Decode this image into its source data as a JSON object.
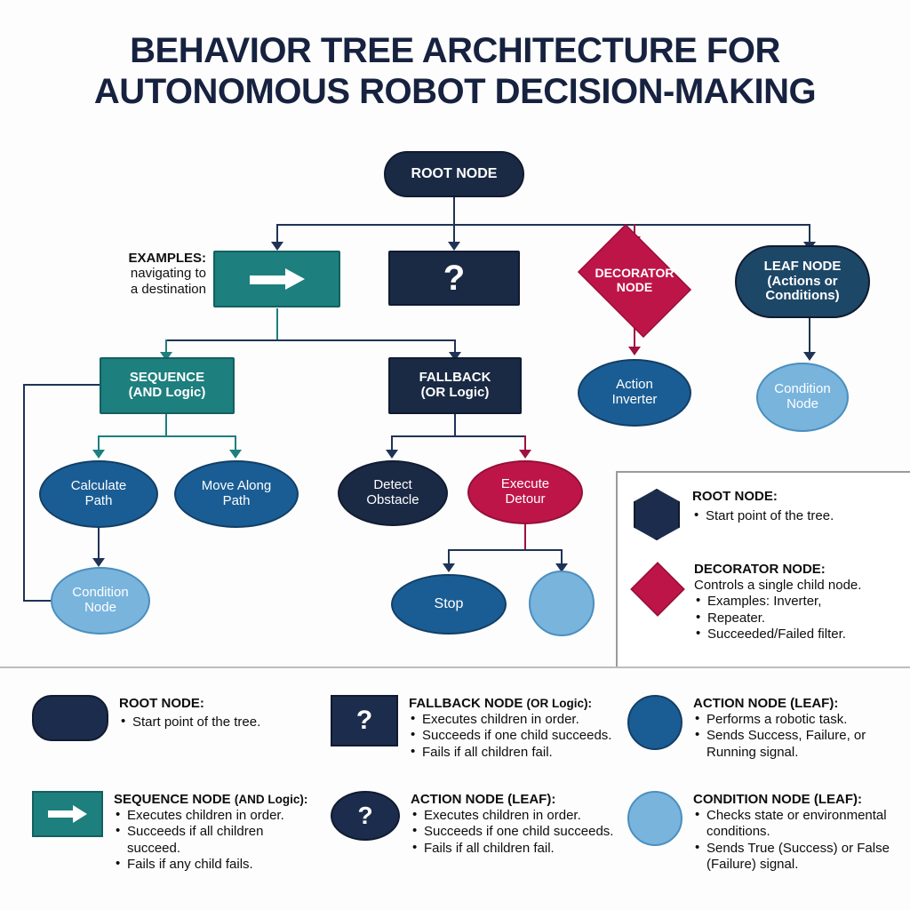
{
  "title": {
    "line1": "BEHAVIOR TREE ARCHITECTURE FOR",
    "line2": "AUTONOMOUS ROBOT DECISION-MAKING"
  },
  "colors": {
    "navy": "#1a2944",
    "teal": "#1d7f7e",
    "crimson": "#be1549",
    "action_blue": "#1a5d94",
    "condition_blue": "#79b4dd",
    "background": "#fdfdfd",
    "connector": "#1f3356"
  },
  "examples_caption": {
    "head": "EXAMPLES:",
    "line1": "navigating to",
    "line2": "a destination"
  },
  "tree": {
    "root": {
      "label": "ROOT NODE"
    },
    "sequence_top": {
      "icon": "arrow-right-icon"
    },
    "fallback_top": {
      "icon": "question-mark-icon",
      "label": "?"
    },
    "decorator": {
      "line1": "DECORATOR",
      "line2": "NODE"
    },
    "leaf": {
      "line1": "LEAF NODE",
      "line2": "(Actions or",
      "line3": "Conditions)"
    },
    "sequence": {
      "line1": "SEQUENCE",
      "line2": "(AND Logic)"
    },
    "fallback": {
      "line1": "FALLBACK",
      "line2": "(OR Logic)"
    },
    "action_inverter": {
      "line1": "Action",
      "line2": "Inverter"
    },
    "condition_right": {
      "line1": "Condition",
      "line2": "Node"
    },
    "calculate_path": {
      "line1": "Calculate",
      "line2": "Path"
    },
    "move_along_path": {
      "line1": "Move Along",
      "line2": "Path"
    },
    "condition_left": {
      "line1": "Condition",
      "line2": "Node"
    },
    "detect_obstacle": {
      "line1": "Detect",
      "line2": "Obstacle"
    },
    "execute_detour": {
      "line1": "Execute",
      "line2": "Detour"
    },
    "stop": {
      "line1": "Stop"
    },
    "unlabeled_condition": {
      "line1": ""
    }
  },
  "inset_panel": {
    "items": [
      {
        "shape": "hexagon-icon",
        "header": "ROOT NODE:",
        "subtitle": "",
        "bullets": [
          "Start point of the tree."
        ]
      },
      {
        "shape": "diamond-icon",
        "header": "DECORATOR NODE:",
        "subtitle": "Controls a single child node.",
        "bullets": [
          "Examples: Inverter,",
          "Repeater.",
          "Succeeded/Failed filter."
        ]
      }
    ]
  },
  "legend": {
    "items": [
      {
        "shape": "rounded-rect-navy-icon",
        "header": "ROOT NODE:",
        "header_soft": "",
        "bullets": [
          "Start point of the tree."
        ]
      },
      {
        "shape": "rect-navy-question-icon",
        "header": "FALLBACK NODE",
        "header_soft": "(OR Logic):",
        "bullets": [
          "Executes children in order.",
          "Succeeds if one child succeeds.",
          "Fails if all children fail."
        ]
      },
      {
        "shape": "circle-blue-icon",
        "header": "ACTION NODE (LEAF):",
        "header_soft": "",
        "bullets": [
          "Performs a robotic task.",
          "Sends Success, Failure, or Running signal."
        ]
      },
      {
        "shape": "rect-teal-arrow-icon",
        "header": "SEQUENCE NODE",
        "header_soft": "(AND Logic):",
        "bullets": [
          "Executes children in order.",
          "Succeeds if all children succeed.",
          "Fails if any child fails."
        ]
      },
      {
        "shape": "ellipse-navy-question-icon",
        "header": "ACTION NODE (LEAF):",
        "header_soft": "",
        "bullets": [
          "Executes children in order.",
          "Succeeds if one child succeeds.",
          "Fails if all children fail."
        ]
      },
      {
        "shape": "circle-lightblue-icon",
        "header": "CONDITION NODE (LEAF):",
        "header_soft": "",
        "bullets": [
          "Checks state or environmental conditions.",
          "Sends True (Success) or False (Failure) signal."
        ]
      }
    ]
  }
}
